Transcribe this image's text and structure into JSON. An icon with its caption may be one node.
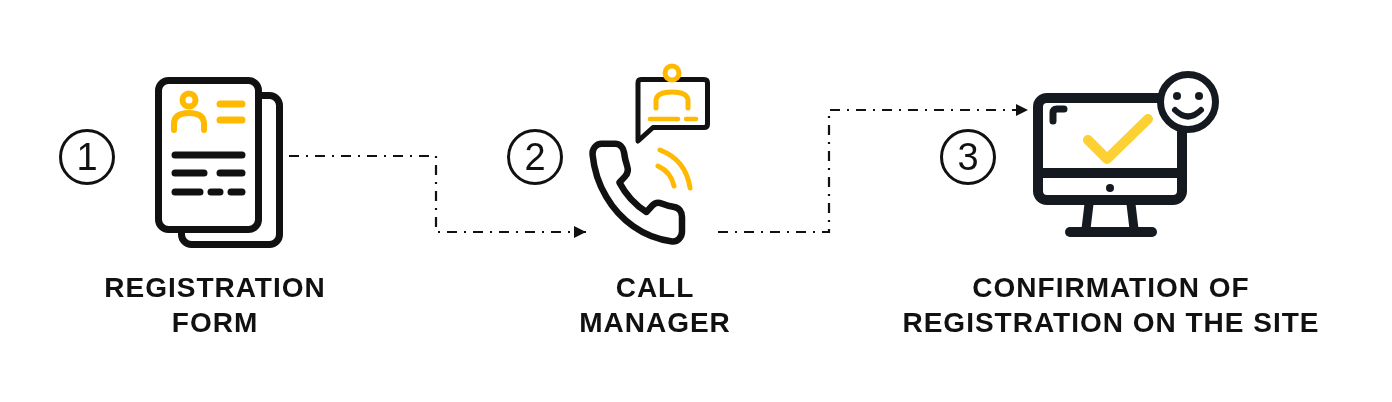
{
  "diagram": {
    "nodes": [
      {
        "text": [
          "1"
        ]
      },
      {
        "text": [],
        "shape": "picture",
        "beside": [
          "REGISTRATION FORM"
        ]
      },
      {
        "text": [
          "2"
        ]
      },
      {
        "text": [],
        "shape": "picture",
        "beside": [
          "CALL MANAGER"
        ]
      },
      {
        "text": [
          "3"
        ]
      },
      {
        "text": [],
        "shape": "picture",
        "beside": [
          "CONFIRMATION OF REGISTRATION ON THE SITE"
        ]
      }
    ],
    "edges": [
      {
        "from": 1,
        "to": 3,
        "arrow": "to",
        "style": "dashed"
      },
      {
        "from": 3,
        "to": 5,
        "arrow": "to",
        "style": "dashed"
      }
    ]
  }
}
